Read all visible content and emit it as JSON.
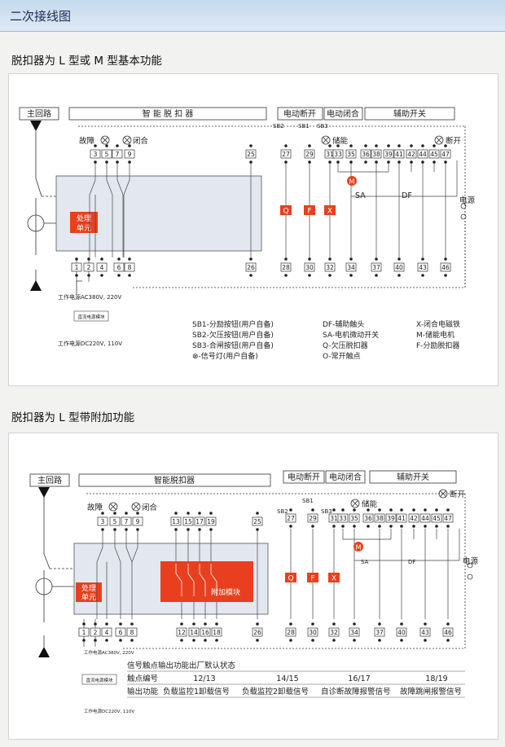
{
  "page": {
    "heading": "二次接线图",
    "section1": "脱扣器为 L 型或 M 型基本功能",
    "section2": "脱扣器为 L 型带附加功能"
  },
  "header_boxes": {
    "main_circuit": "主回路",
    "trip_unit_a": "智 能 脱 扣 器",
    "trip_unit_b": "智能脱扣器",
    "electric_open": "电动断开",
    "electric_close": "电动闭合",
    "aux_switch": "辅助开关"
  },
  "labels": {
    "fault": "故障",
    "closed": "闭合",
    "energy": "储能",
    "open": "断开",
    "power": "电源",
    "processing_unit_1": "处理",
    "processing_unit_2": "单元",
    "addon_module": "附加模块",
    "sb1": "SB1",
    "sb2": "SB2",
    "sb3": "SB3",
    "sa": "SA",
    "df": "DF",
    "q": "Q",
    "f": "F",
    "x": "X",
    "m": "M",
    "work_power_ac_1": "工作电源AC380V, 220V",
    "work_power_dc_1": "工作电源DC220V, 110V",
    "dc_module": "直流电源模块",
    "work_power_ac_2": "工作电源AC380V, 220V",
    "work_power_dc_2": "工作电源DC220V, 110V"
  },
  "terminals": {
    "top_left": [
      "3",
      "5",
      "7",
      "9"
    ],
    "top_25": "25",
    "top_right": [
      "27",
      "29",
      "31",
      "33",
      "35",
      "36",
      "38",
      "39",
      "41",
      "42",
      "44",
      "45",
      "47"
    ],
    "bottom_left": [
      "1",
      "2",
      "4",
      "6",
      "8"
    ],
    "bottom_26": "26",
    "bottom_right": [
      "28",
      "30",
      "32",
      "34",
      "37",
      "40",
      "43",
      "46"
    ],
    "addon_top": [
      "13",
      "15",
      "17",
      "19"
    ],
    "addon_bottom": [
      "12",
      "14",
      "16",
      "18"
    ]
  },
  "legend": {
    "col1": [
      "SB1-分励按钮(用户自备)",
      "SB2-欠压按钮(用户自备)",
      "SB3-合闸按钮(用户自备)",
      "⊗-信号灯(用户自备)"
    ],
    "col2": [
      "DF-辅助触头",
      "SA-电机微动开关",
      "Q-欠压脱扣器",
      "O-常开触点"
    ],
    "col3": [
      "X-闭合电磁铁",
      "M-储能电机",
      "F-分励脱扣器"
    ]
  },
  "signal_table": {
    "caption": "信号触点输出功能出厂默认状态",
    "row1_label": "触点编号",
    "row1": [
      "12/13",
      "14/15",
      "16/17",
      "18/19"
    ],
    "row2_label": "输出功能",
    "row2": [
      "负载监控1卸载信号",
      "负载监控2卸载信号",
      "自诊断故障报警信号",
      "故障跳闸报警信号"
    ]
  },
  "colors": {
    "red": "#e8401f",
    "module_grey": "#e3e7ef",
    "header_blue": "#c5d9ee"
  }
}
